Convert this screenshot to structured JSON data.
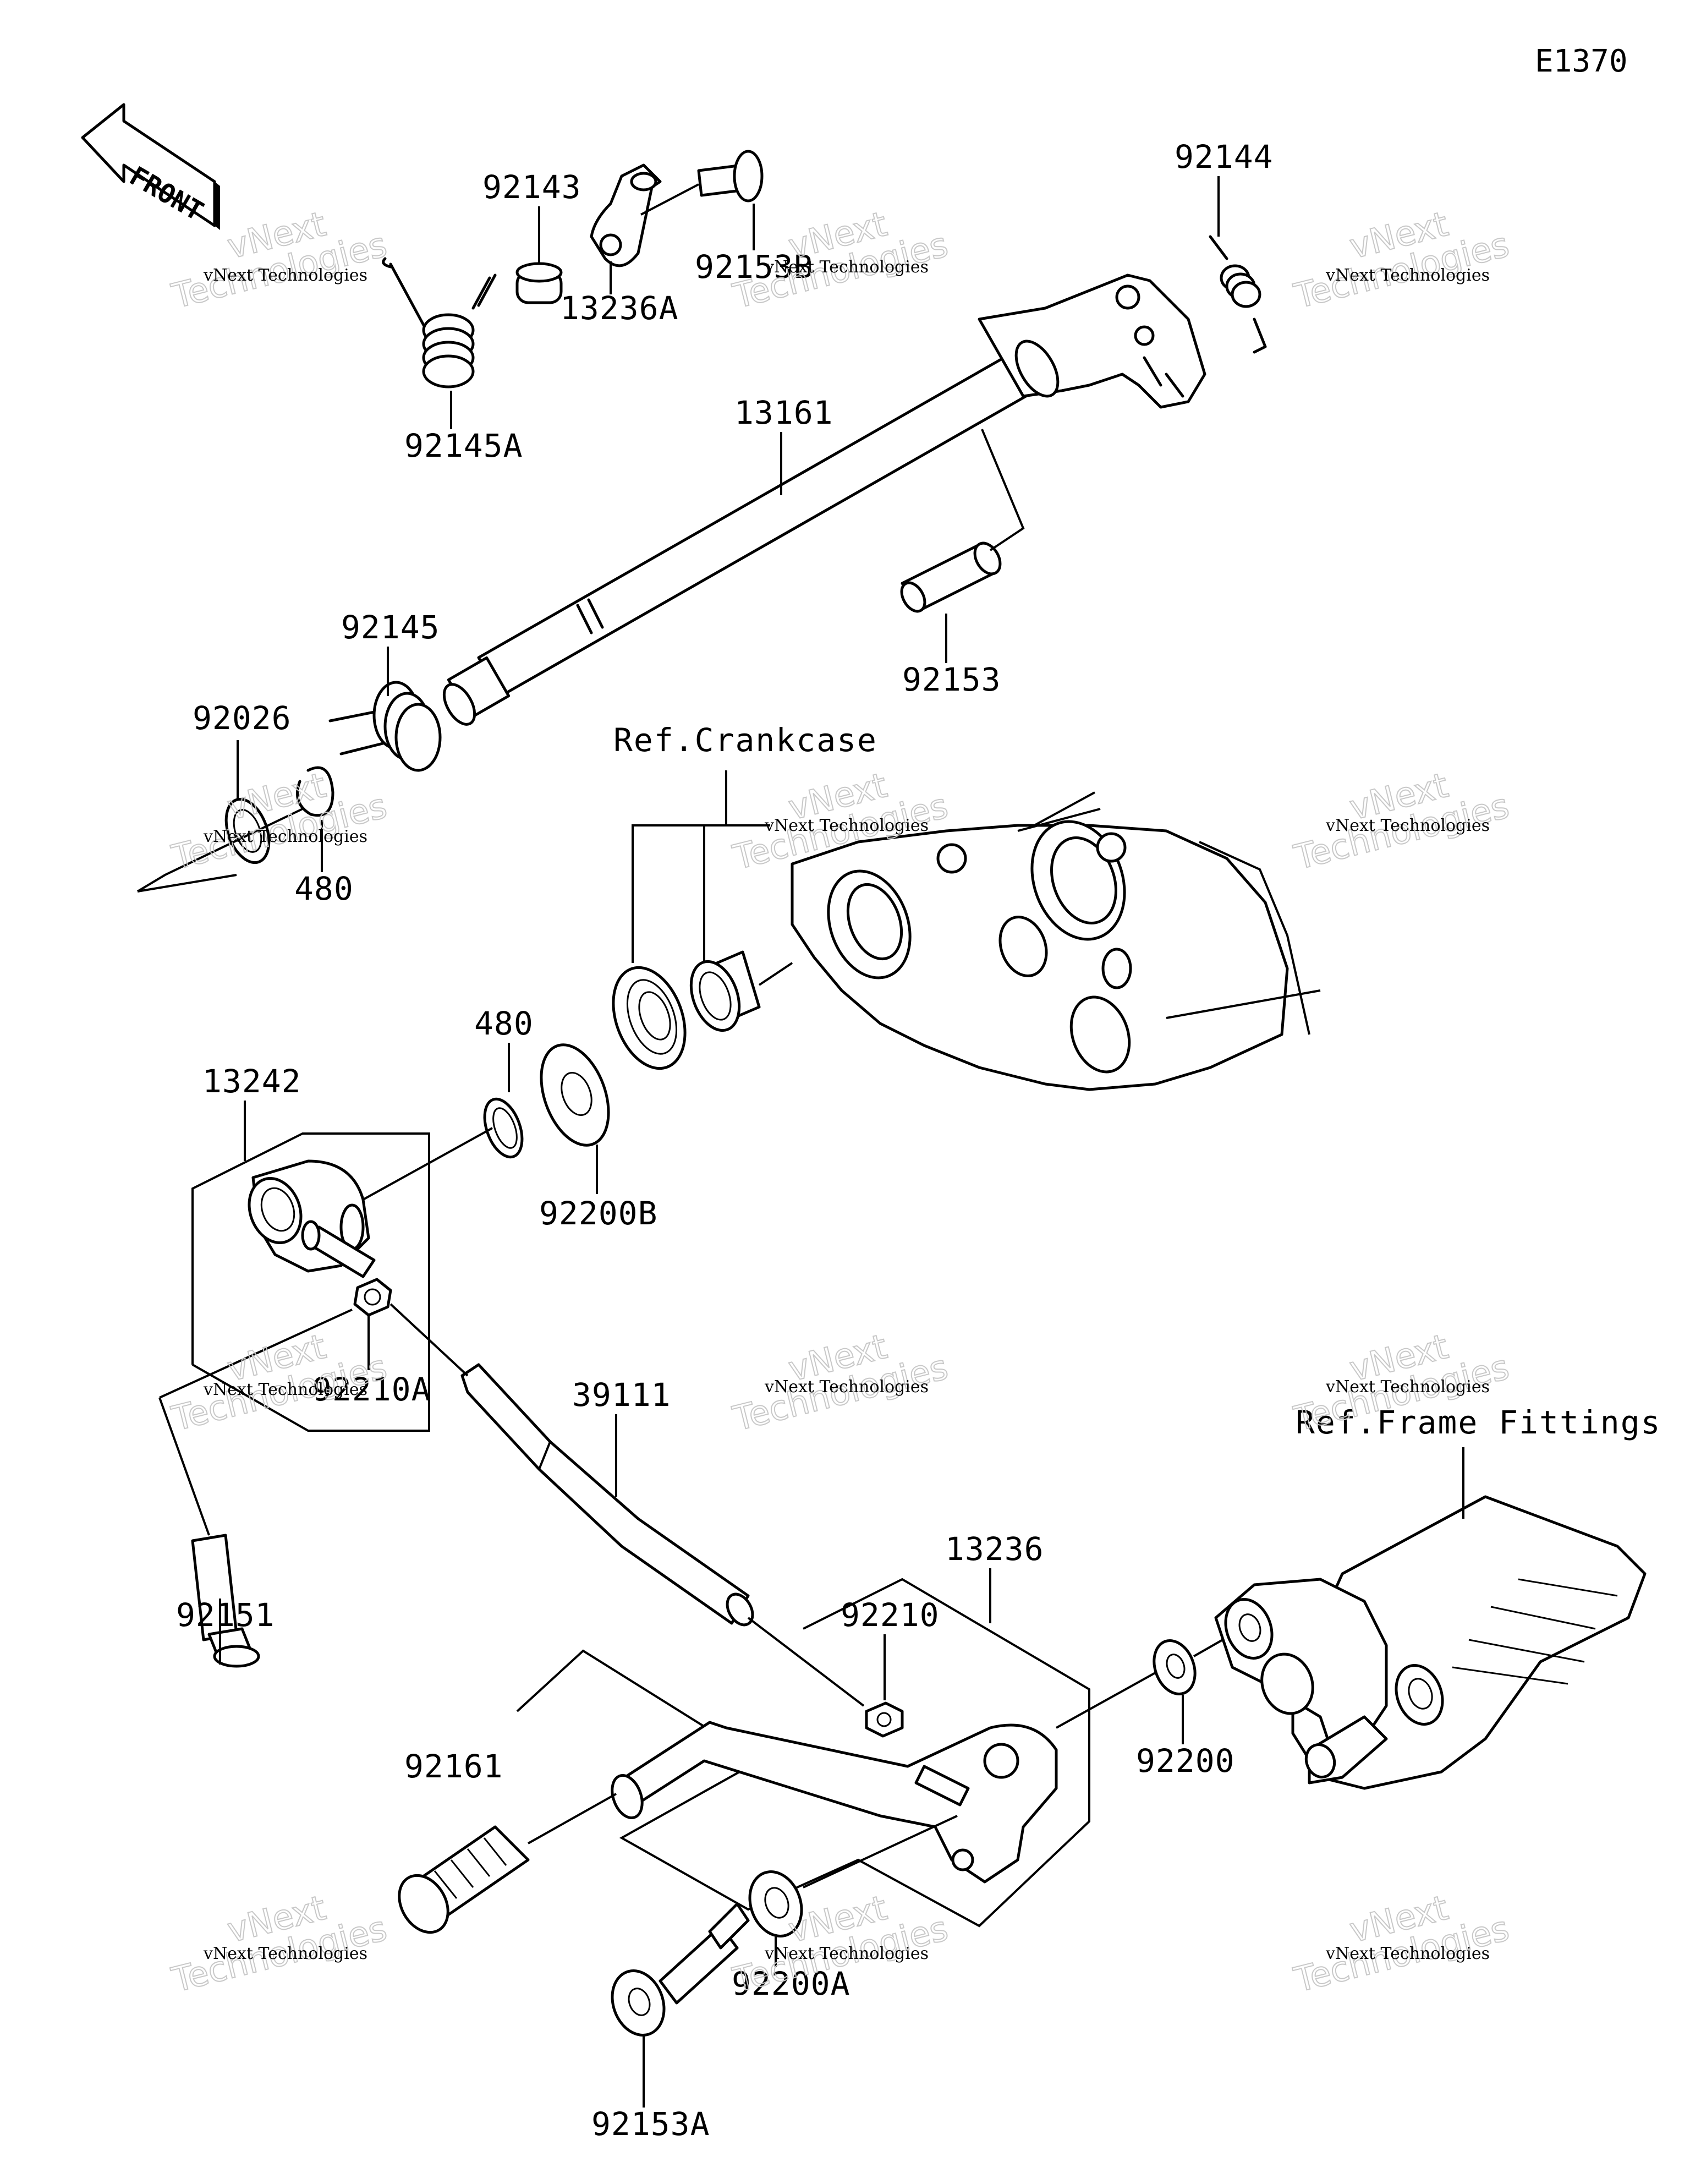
{
  "diagram_code": "E1370",
  "front_arrow_label": "FRONT",
  "references": {
    "crankcase": "Ref.Crankcase",
    "frame_fittings": "Ref.Frame Fittings"
  },
  "part_labels": {
    "p92143": "92143",
    "p92145A": "92145A",
    "p13236A": "13236A",
    "p92153B": "92153B",
    "p92144": "92144",
    "p13161": "13161",
    "p92153": "92153",
    "p92145": "92145",
    "p92026": "92026",
    "p480_top": "480",
    "p480_mid": "480",
    "p13242": "13242",
    "p92200B": "92200B",
    "p92210A": "92210A",
    "p39111": "39111",
    "p92151": "92151",
    "p13236": "13236",
    "p92210": "92210",
    "p92200": "92200",
    "p92161": "92161",
    "p92153A": "92153A",
    "p92200A": "92200A"
  },
  "watermark": {
    "brand": "vNext Technologies",
    "word_a": "vNext",
    "word_b": "Technologies"
  }
}
